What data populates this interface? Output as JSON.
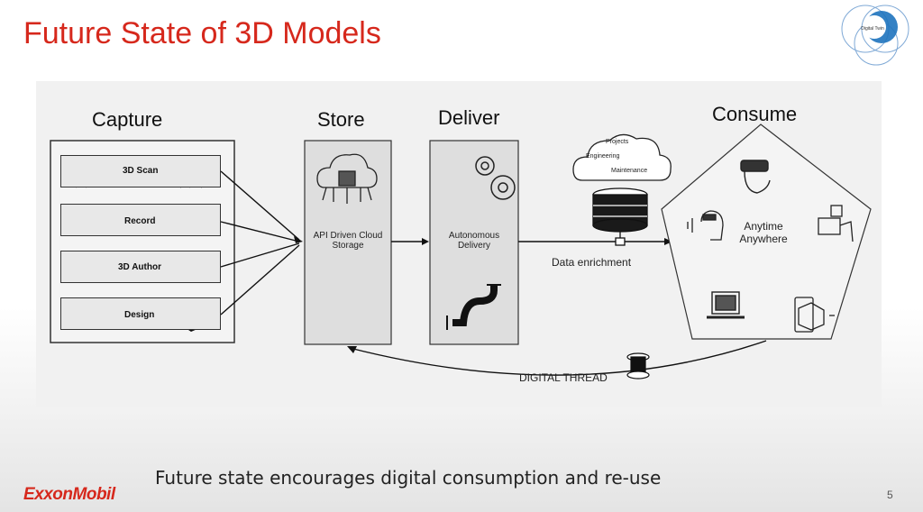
{
  "slide": {
    "title": "Future State of 3D Models",
    "caption": "Future state encourages digital consumption and re-use",
    "logo": "ExxonMobil",
    "page_number": "5",
    "badge_text": "Digital Twin"
  },
  "diagram": {
    "capture": {
      "heading": "Capture",
      "items": [
        "3D Scan",
        "Record",
        "3D Author",
        "Design"
      ]
    },
    "store": {
      "heading": "Store",
      "label": "API Driven Cloud Storage"
    },
    "deliver": {
      "heading": "Deliver",
      "label": "Autonomous Delivery"
    },
    "cloud_labels": [
      "Projects",
      "Engineering",
      "Maintenance"
    ],
    "data_enrichment": "Data enrichment",
    "consume": {
      "heading": "Consume",
      "center": "Anytime Anywhere"
    },
    "digital_thread": "DIGITAL THREAD"
  },
  "colors": {
    "title": "#d6281c",
    "logo": "#d6281c",
    "badge": "#1e73be"
  }
}
